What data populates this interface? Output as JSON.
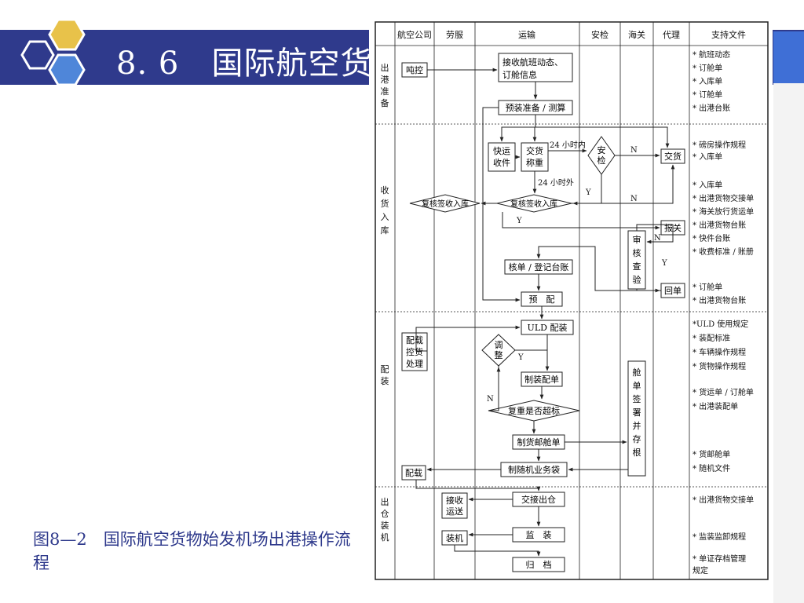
{
  "header": {
    "section_number": "8. 6",
    "section_title": "国际航空货物始发机场出港操作流程"
  },
  "caption": "图8—2　国际航空货物始发机场出港操作流程",
  "colors": {
    "banner": "#2f3a8c",
    "banner_accent": "#3f6fd6",
    "hex_gold": "#e8c24a",
    "hex_blue": "#4f86d9",
    "line": "#222222"
  },
  "flowchart": {
    "columns": [
      "航空公司",
      "劳服",
      "运输",
      "安检",
      "海关",
      "代理",
      "支持文件"
    ],
    "stages": [
      "出港准备",
      "收货入库",
      "配装",
      "出仓装机"
    ],
    "nodes": {
      "dunkong": "吨控",
      "jieshou": [
        "接收航班动态、",
        "订舱信息"
      ],
      "yuzhuang": "预装准备 / 测算",
      "kuaiyun": [
        "快运",
        "收件"
      ],
      "jiaohuo_chengzhong": [
        "交货",
        "称重"
      ],
      "anjian": [
        "安",
        "检"
      ],
      "jiaohuo": "交货",
      "fuhe_left": "复核签收入库",
      "fuhe_right": "复核签收入库",
      "baoguan": "报关",
      "shenhe": [
        "审",
        "核",
        "查",
        "验"
      ],
      "hedan": "核单 / 登记台账",
      "huidan": "回单",
      "yupei": "预　配",
      "uld": "ULD 配装",
      "peizai_kh": [
        "配载",
        "控货",
        "处理"
      ],
      "tiaozheng": [
        "调",
        "整"
      ],
      "zhizhuang": "制装配单",
      "chaobiao": "复重是否超标",
      "cangdan_qs": [
        "舱",
        "单",
        "签",
        "署",
        "并",
        "存",
        "根"
      ],
      "huoyou": "制货邮舱单",
      "suiji": "制随机业务袋",
      "peizai": "配载",
      "jieshou_ys": [
        "接收",
        "运送"
      ],
      "jiaojie": "交接出仓",
      "zhuangji": "装机",
      "jianzhuang": "监　装",
      "guidang": "归　档"
    },
    "edge_labels": {
      "h24_in": "24 小时内",
      "h24_out": "24 小时外",
      "n": "N",
      "y": "Y"
    },
    "docs": {
      "stage1": [
        "* 航班动态",
        "* 订舱单",
        "* 入库单",
        "* 订舱单",
        "* 出港台账"
      ],
      "stage2a": [
        "* 磅房操作规程",
        "* 入库单"
      ],
      "stage2b": [
        "* 入库单",
        "* 出港货物交接单",
        "* 海关放行货运单",
        "* 出港货物台账",
        "* 快件台账",
        "* 收费标准 / 账册"
      ],
      "stage2c": [
        "* 订舱单",
        "* 出港货物台账"
      ],
      "stage3a": [
        "*ULD 使用规定",
        "* 装配标准",
        "* 车辆操作规程",
        "* 货物操作规程"
      ],
      "stage3b": [
        "* 货运单 / 订舱单",
        "* 出港装配单"
      ],
      "stage3c": [
        "* 货邮舱单",
        "* 随机文件"
      ],
      "stage4a": [
        "* 出港货物交接单"
      ],
      "stage4b": [
        "* 监装监卸规程"
      ],
      "stage4c": [
        "* 单证存档管理",
        "规定"
      ]
    }
  }
}
